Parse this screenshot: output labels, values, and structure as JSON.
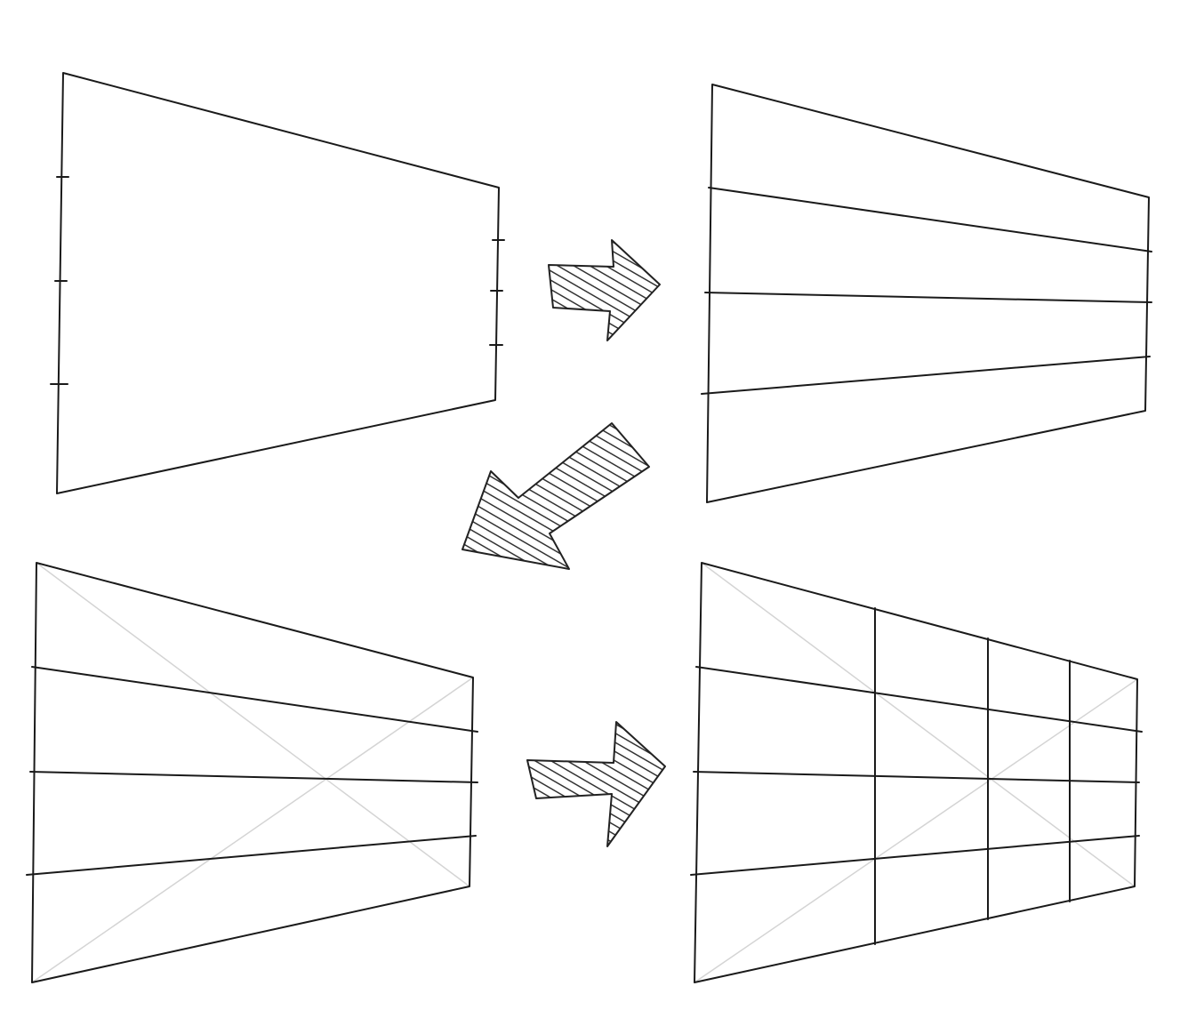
{
  "diagram": {
    "steps": [
      {
        "id": "step-1",
        "description_shape": "quad-with-ticks"
      },
      {
        "id": "step-2",
        "description_shape": "quad-with-horizontal-lines"
      },
      {
        "id": "step-3",
        "description_shape": "quad-with-diagonals"
      },
      {
        "id": "step-4",
        "description_shape": "quad-with-grid"
      }
    ],
    "icons": [
      "arrow-right-icon",
      "arrow-down-left-icon",
      "arrow-right-icon"
    ],
    "colors": {
      "ink": "#1a1a1a",
      "guide": "#d4d4d4",
      "background": "#ffffff"
    }
  }
}
